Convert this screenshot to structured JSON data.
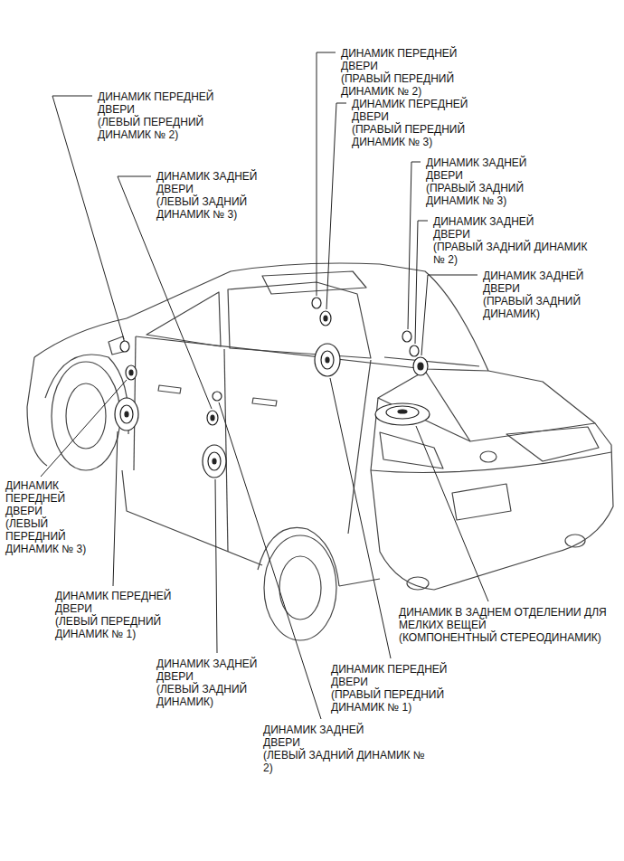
{
  "diagram": {
    "labels": [
      "ДИНАМИК ПЕРЕДНЕЙ ДВЕРИ",
      "(ПРАВЫЙ ПЕРЕДНИЙ ДИНАМИК № 2)",
      "ДИНАМИК ПЕРЕДНЕЙ ДВЕРИ",
      "(ПРАВЫЙ ПЕРЕДНИЙ ДИНАМИК № 3)",
      "ДИНАМИК ЗАДНЕЙ ДВЕРИ",
      "(ПРАВЫЙ ЗАДНИЙ ДИНАМИК № 3)",
      "ДИНАМИК ЗАДНЕЙ ДВЕРИ",
      "(ПРАВЫЙ ЗАДНИЙ ДИНАМИК № 2)",
      "ДИНАМИК ЗАДНЕЙ ДВЕРИ",
      "(ПРАВЫЙ ЗАДНИЙ ДИНАМИК)",
      "ДИНАМИК ПЕРЕДНЕЙ ДВЕРИ",
      "(ЛЕВЫЙ ПЕРЕДНИЙ ДИНАМИК № 2)",
      "ДИНАМИК ЗАДНЕЙ ДВЕРИ",
      "(ЛЕВЫЙ ЗАДНИЙ ДИНАМИК № 3)",
      "ДИНАМИК ПЕРЕДНЕЙ ДВЕРИ",
      "(ЛЕВЫЙ ПЕРЕДНИЙ ДИНАМИК № 3)",
      "ДИНАМИК ПЕРЕДНЕЙ ДВЕРИ",
      "(ЛЕВЫЙ ПЕРЕДНИЙ ДИНАМИК № 1)",
      "ДИНАМИК ЗАДНЕЙ ДВЕРИ",
      "(ЛЕВЫЙ ЗАДНИЙ ДИНАМИК)",
      "ДИНАМИК ПЕРЕДНЕЙ ДВЕРИ",
      "(ПРАВЫЙ ПЕРЕДНИЙ ДИНАМИК № 1)",
      "ДИНАМИК ЗАДНЕЙ ДВЕРИ",
      "(ЛЕВЫЙ ЗАДНИЙ ДИНАМИК № 2)",
      "ДИНАМИК В ЗАДНЕМ ОТДЕЛЕНИИ ДЛЯ МЕЛКИХ ВЕЩЕЙ",
      "(КОМПОНЕНТНЫЙ СТЕРЕОДИНАМИК)"
    ]
  }
}
